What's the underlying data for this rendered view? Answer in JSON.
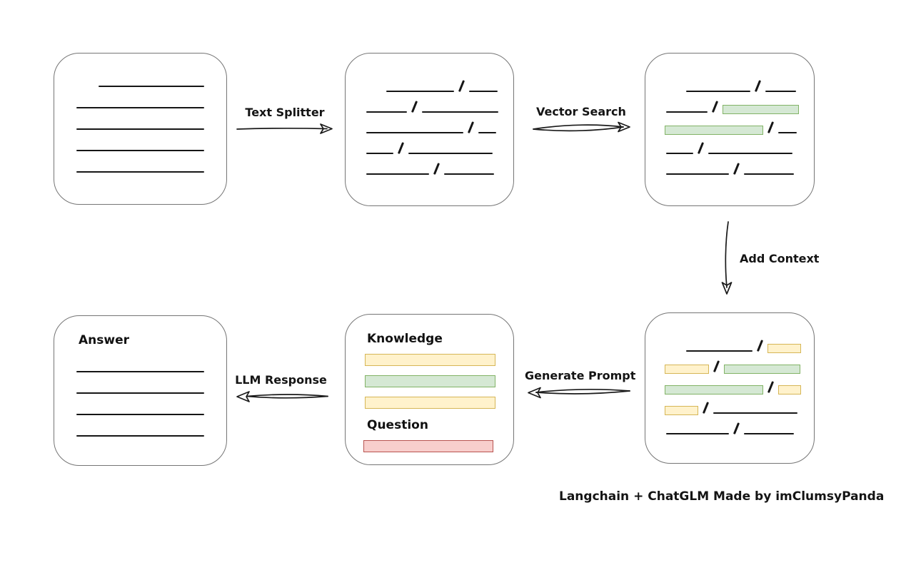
{
  "colors": {
    "line": "#161616",
    "box_border": "#757575",
    "green_fill": "#d5e8d4",
    "green_stroke": "#82b366",
    "yellow_fill": "#fff2cc",
    "yellow_stroke": "#d6b656",
    "red_fill": "#f8cecc",
    "red_stroke": "#b85450"
  },
  "labels": {
    "text_splitter": "Text Splitter",
    "vector_search": "Vector Search",
    "add_context": "Add Context",
    "generate_prompt": "Generate Prompt",
    "llm_response": "LLM Response",
    "caption": "Langchain + ChatGLM Made by imClumsyPanda"
  },
  "boxes": {
    "document": {
      "rows": [
        {
          "indent": 31,
          "segs": [
            {
              "t": "line",
              "w": 148
            }
          ]
        },
        {
          "indent": 0,
          "segs": [
            {
              "t": "line",
              "w": 179
            }
          ]
        },
        {
          "indent": 0,
          "segs": [
            {
              "t": "line",
              "w": 179
            }
          ]
        },
        {
          "indent": 0,
          "segs": [
            {
              "t": "line",
              "w": 179
            }
          ]
        },
        {
          "indent": 0,
          "segs": [
            {
              "t": "line",
              "w": 179
            }
          ]
        }
      ]
    },
    "chunks": {
      "rows": [
        {
          "indent": 28,
          "segs": [
            {
              "t": "line",
              "w": 95
            },
            {
              "t": "slash"
            },
            {
              "t": "line",
              "w": 40
            }
          ]
        },
        {
          "indent": 0,
          "segs": [
            {
              "t": "line",
              "w": 57
            },
            {
              "t": "slash"
            },
            {
              "t": "line",
              "w": 107
            }
          ]
        },
        {
          "indent": 0,
          "segs": [
            {
              "t": "line",
              "w": 136
            },
            {
              "t": "slash"
            },
            {
              "t": "line",
              "w": 25
            }
          ]
        },
        {
          "indent": 0,
          "segs": [
            {
              "t": "line",
              "w": 38
            },
            {
              "t": "slash"
            },
            {
              "t": "line",
              "w": 118
            }
          ]
        },
        {
          "indent": 0,
          "segs": [
            {
              "t": "line",
              "w": 88
            },
            {
              "t": "slash"
            },
            {
              "t": "line",
              "w": 70
            }
          ]
        }
      ]
    },
    "retrieved": {
      "rows": [
        {
          "indent": 28,
          "segs": [
            {
              "t": "line",
              "w": 90
            },
            {
              "t": "slash"
            },
            {
              "t": "line",
              "w": 43
            }
          ]
        },
        {
          "indent": 0,
          "segs": [
            {
              "t": "line",
              "w": 58
            },
            {
              "t": "slash"
            },
            {
              "t": "bar-green",
              "w": 107
            }
          ]
        },
        {
          "indent": -2,
          "segs": [
            {
              "t": "bar-green",
              "w": 138
            },
            {
              "t": "slash"
            },
            {
              "t": "line",
              "w": 26
            }
          ]
        },
        {
          "indent": 0,
          "segs": [
            {
              "t": "line",
              "w": 38
            },
            {
              "t": "slash"
            },
            {
              "t": "line",
              "w": 118
            }
          ]
        },
        {
          "indent": 0,
          "segs": [
            {
              "t": "line",
              "w": 88
            },
            {
              "t": "slash"
            },
            {
              "t": "line",
              "w": 70
            }
          ]
        }
      ]
    },
    "context": {
      "rows": [
        {
          "indent": 30,
          "segs": [
            {
              "t": "line",
              "w": 93
            },
            {
              "t": "slash"
            },
            {
              "t": "bar-yellow",
              "w": 47
            }
          ]
        },
        {
          "indent": 0,
          "segs": [
            {
              "t": "bar-yellow",
              "w": 62
            },
            {
              "t": "slash"
            },
            {
              "t": "bar-green",
              "w": 107
            }
          ]
        },
        {
          "indent": 0,
          "segs": [
            {
              "t": "bar-green",
              "w": 138
            },
            {
              "t": "slash"
            },
            {
              "t": "bar-yellow",
              "w": 32
            }
          ]
        },
        {
          "indent": 0,
          "segs": [
            {
              "t": "bar-yellow",
              "w": 47
            },
            {
              "t": "slash"
            },
            {
              "t": "line",
              "w": 118
            }
          ]
        },
        {
          "indent": 2,
          "segs": [
            {
              "t": "line",
              "w": 88
            },
            {
              "t": "slash"
            },
            {
              "t": "line",
              "w": 70
            }
          ]
        }
      ]
    },
    "prompt": {
      "knowledge_label": "Knowledge",
      "question_label": "Question",
      "knowledge_rows": [
        {
          "indent": 0,
          "segs": [
            {
              "t": "bar-yellow",
              "w": 183
            }
          ]
        },
        {
          "indent": 0,
          "segs": [
            {
              "t": "bar-green",
              "w": 183
            }
          ]
        },
        {
          "indent": 0,
          "segs": [
            {
              "t": "bar-yellow",
              "w": 183
            }
          ]
        }
      ],
      "question_rows": [
        {
          "indent": -2,
          "segs": [
            {
              "t": "bar-red",
              "w": 182
            }
          ]
        }
      ]
    },
    "answer": {
      "label": "Answer",
      "rows": [
        {
          "indent": 0,
          "segs": [
            {
              "t": "line",
              "w": 179
            }
          ]
        },
        {
          "indent": 0,
          "segs": [
            {
              "t": "line",
              "w": 179
            }
          ]
        },
        {
          "indent": 0,
          "segs": [
            {
              "t": "line",
              "w": 179
            }
          ]
        },
        {
          "indent": 0,
          "segs": [
            {
              "t": "line",
              "w": 179
            }
          ]
        }
      ]
    }
  }
}
